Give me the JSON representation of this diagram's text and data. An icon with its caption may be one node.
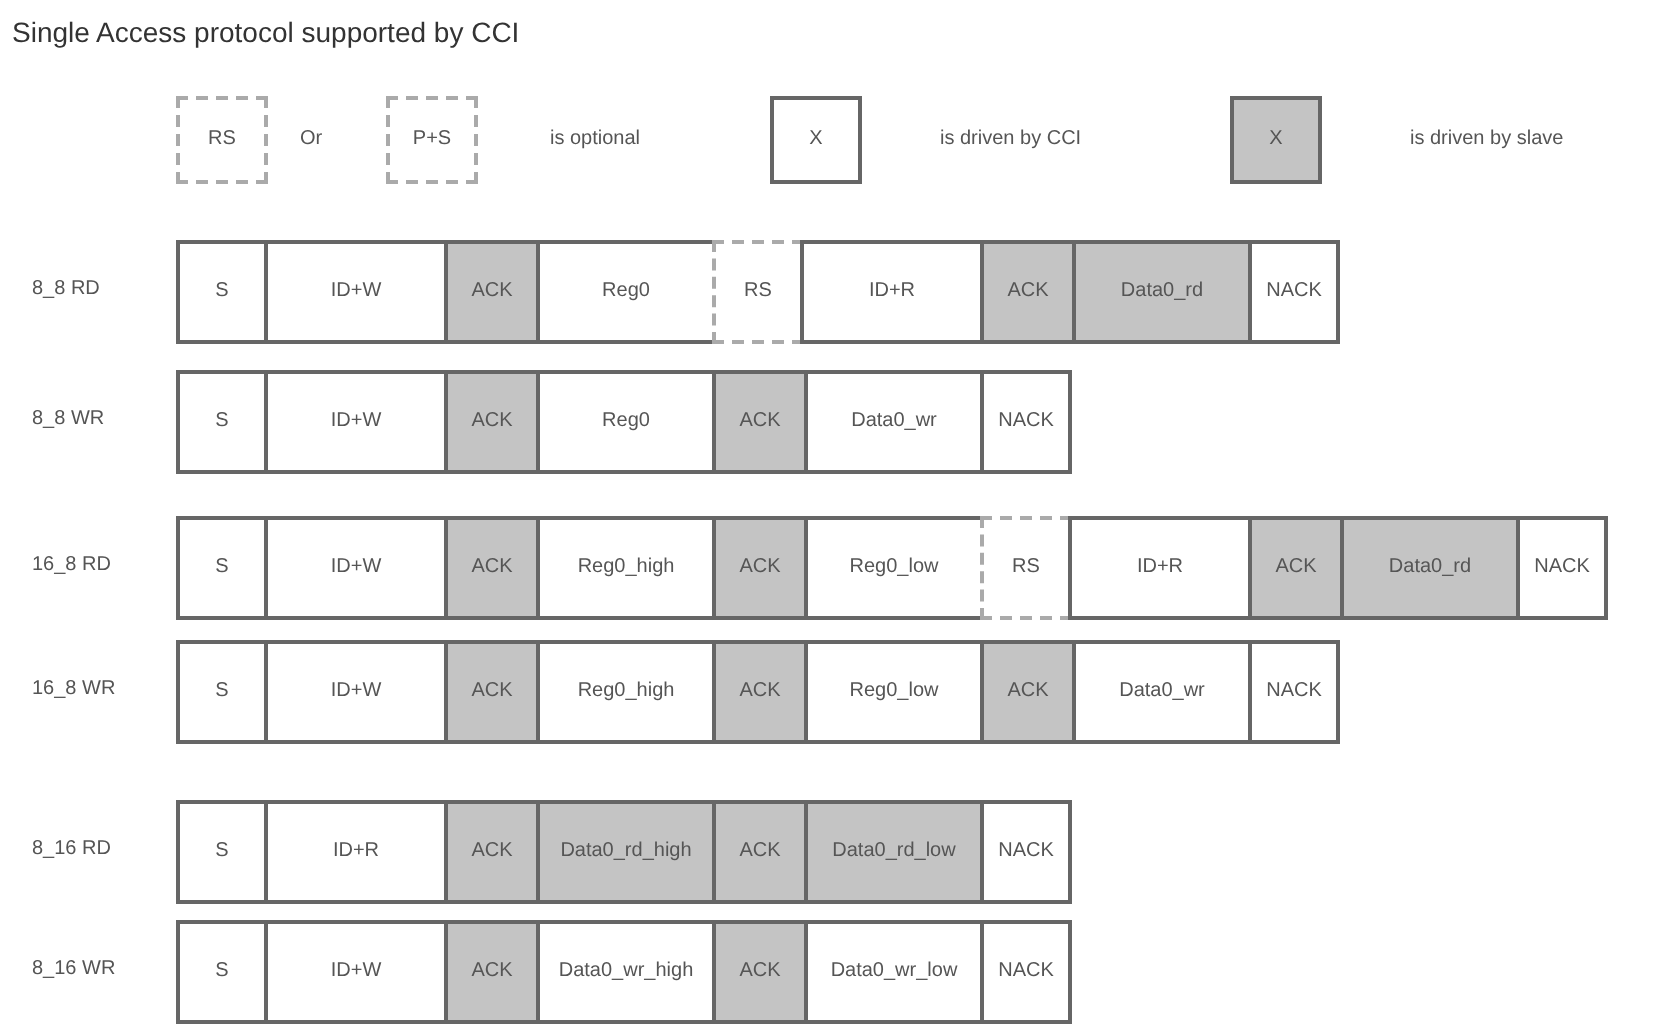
{
  "diagram": {
    "title": "Single Access protocol supported by CCI",
    "nodes": [
      {
        "text": [
          "RS"
        ]
      },
      {
        "text": [
          "P+S"
        ]
      },
      {
        "text": [
          "X"
        ]
      },
      {
        "text": [
          "X"
        ]
      },
      {
        "text": [
          "8_8 RD"
        ]
      },
      {
        "text": [
          "S"
        ],
        "in": 4
      },
      {
        "text": [
          "ID+W"
        ],
        "in": 4
      },
      {
        "text": [
          "ACK"
        ],
        "in": 4
      },
      {
        "text": [
          "Reg0"
        ],
        "in": 4
      },
      {
        "text": [
          "RS"
        ],
        "in": 4
      },
      {
        "text": [
          "ID+R"
        ],
        "in": 4
      },
      {
        "text": [
          "ACK"
        ],
        "in": 4
      },
      {
        "text": [
          "Data0_rd"
        ],
        "in": 4
      },
      {
        "text": [
          "NACK"
        ],
        "in": 4
      },
      {
        "text": [
          "8_8 WR"
        ]
      },
      {
        "text": [
          "S"
        ],
        "in": 14
      },
      {
        "text": [
          "ID+W"
        ],
        "in": 14
      },
      {
        "text": [
          "ACK"
        ],
        "in": 14
      },
      {
        "text": [
          "Reg0"
        ],
        "in": 14
      },
      {
        "text": [
          "ACK"
        ],
        "in": 14
      },
      {
        "text": [
          "Data0_wr"
        ],
        "in": 14
      },
      {
        "text": [
          "NACK"
        ],
        "in": 14
      },
      {
        "text": [
          "16_8 RD"
        ]
      },
      {
        "text": [
          "S"
        ],
        "in": 22
      },
      {
        "text": [
          "ID+W"
        ],
        "in": 22
      },
      {
        "text": [
          "ACK"
        ],
        "in": 22
      },
      {
        "text": [
          "Reg0_high"
        ],
        "in": 22
      },
      {
        "text": [
          "ACK"
        ],
        "in": 22
      },
      {
        "text": [
          "Reg0_low"
        ],
        "in": 22
      },
      {
        "text": [
          "RS"
        ],
        "in": 22
      },
      {
        "text": [
          "ID+R"
        ],
        "in": 22
      },
      {
        "text": [
          "ACK"
        ],
        "in": 22
      },
      {
        "text": [
          "Data0_rd"
        ],
        "in": 22
      },
      {
        "text": [
          "NACK"
        ],
        "in": 22
      },
      {
        "text": [
          "16_8 WR"
        ]
      },
      {
        "text": [
          "S"
        ],
        "in": 34
      },
      {
        "text": [
          "ID+W"
        ],
        "in": 34
      },
      {
        "text": [
          "ACK"
        ],
        "in": 34
      },
      {
        "text": [
          "Reg0_high"
        ],
        "in": 34
      },
      {
        "text": [
          "ACK"
        ],
        "in": 34
      },
      {
        "text": [
          "Reg0_low"
        ],
        "in": 34
      },
      {
        "text": [
          "ACK"
        ],
        "in": 34
      },
      {
        "text": [
          "Data0_wr"
        ],
        "in": 34
      },
      {
        "text": [
          "NACK"
        ],
        "in": 34
      },
      {
        "text": [
          "8_16 RD"
        ]
      },
      {
        "text": [
          "S"
        ],
        "in": 44
      },
      {
        "text": [
          "ID+R"
        ],
        "in": 44
      },
      {
        "text": [
          "ACK"
        ],
        "in": 44
      },
      {
        "text": [
          "Data0_rd_high"
        ],
        "in": 44
      },
      {
        "text": [
          "ACK"
        ],
        "in": 44
      },
      {
        "text": [
          "Data0_rd_low"
        ],
        "in": 44
      },
      {
        "text": [
          "NACK"
        ],
        "in": 44
      },
      {
        "text": [
          "8_16 WR"
        ]
      },
      {
        "text": [
          "S"
        ],
        "in": 52
      },
      {
        "text": [
          "ID+W"
        ],
        "in": 52
      },
      {
        "text": [
          "ACK"
        ],
        "in": 52
      },
      {
        "text": [
          "Data0_wr_high"
        ],
        "in": 52
      },
      {
        "text": [
          "ACK"
        ],
        "in": 52
      },
      {
        "text": [
          "Data0_wr_low"
        ],
        "in": 52
      },
      {
        "text": [
          "NACK"
        ],
        "in": 52
      }
    ],
    "labels": [
      "Or",
      "is optional",
      "is driven by CCI",
      "is driven by slave"
    ]
  }
}
